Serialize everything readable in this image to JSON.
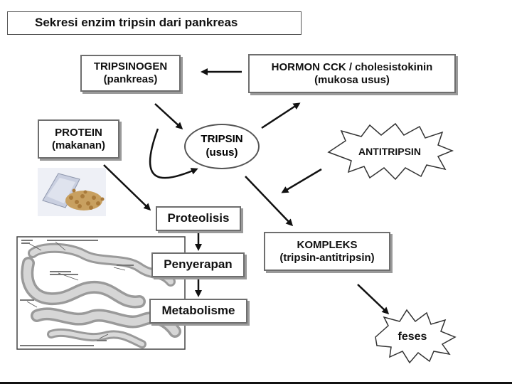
{
  "title": "Sekresi enzim tripsin dari pankreas",
  "nodes": {
    "tripsinogen": {
      "line1": "TRIPSINOGEN",
      "line2": "(pankreas)"
    },
    "hormon": {
      "line1": "HORMON CCK / cholesistokinin",
      "line2": "(mukosa usus)"
    },
    "protein": {
      "line1": "PROTEIN",
      "line2": "(makanan)"
    },
    "tripsin": {
      "line1": "TRIPSIN",
      "line2": "(usus)"
    },
    "antitripsin": "ANTITRIPSIN",
    "proteolisis": "Proteolisis",
    "penyerapan": "Penyerapan",
    "metabolisme": "Metabolisme",
    "kompleks": {
      "line1": "KOMPLEKS",
      "line2": "(tripsin-antitripsin)"
    },
    "feses": "feses"
  },
  "images": {
    "protein_food": "sack-of-beans-illustration",
    "intestine": "intestine-anatomy-illustration"
  }
}
